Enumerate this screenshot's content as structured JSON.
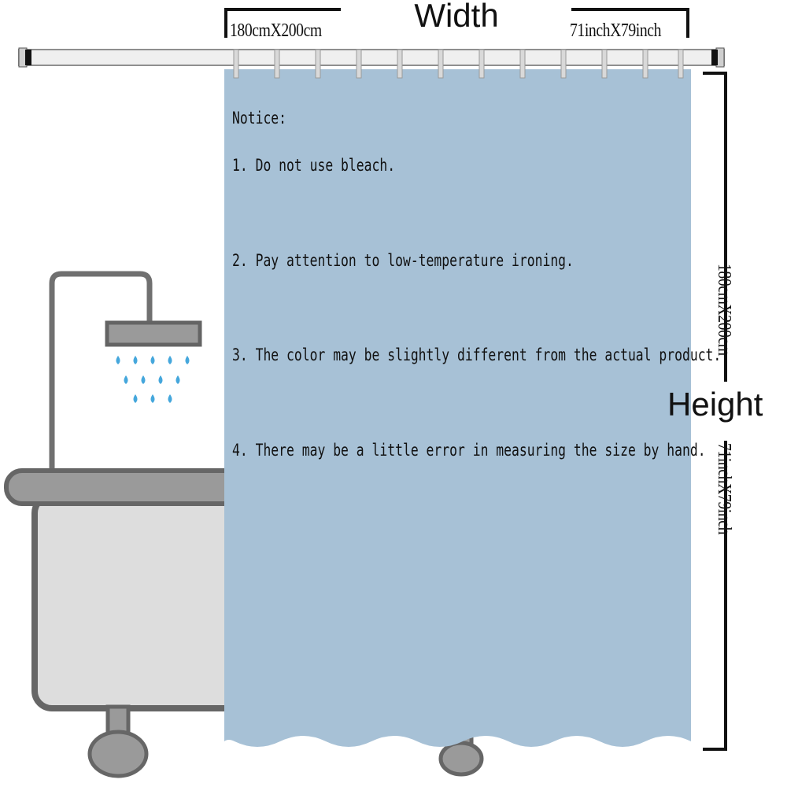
{
  "dimensions": {
    "title_width": "Width",
    "title_height": "Height",
    "metric": "180cmX200cm",
    "imperial": "71inchX79inch"
  },
  "notice": {
    "heading": "Notice:",
    "items": [
      "1. Do not use bleach.",
      "2. Pay attention to low-temperature ironing.",
      "3. The color may be slightly different from the actual product.",
      "4. There may be a little error in measuring the size by hand."
    ]
  },
  "colors": {
    "curtain": "#a7c1d6",
    "tub": "#dddddd",
    "tub_outline": "#666666",
    "water_drop": "#45a7dc",
    "rod": "#efefef"
  }
}
